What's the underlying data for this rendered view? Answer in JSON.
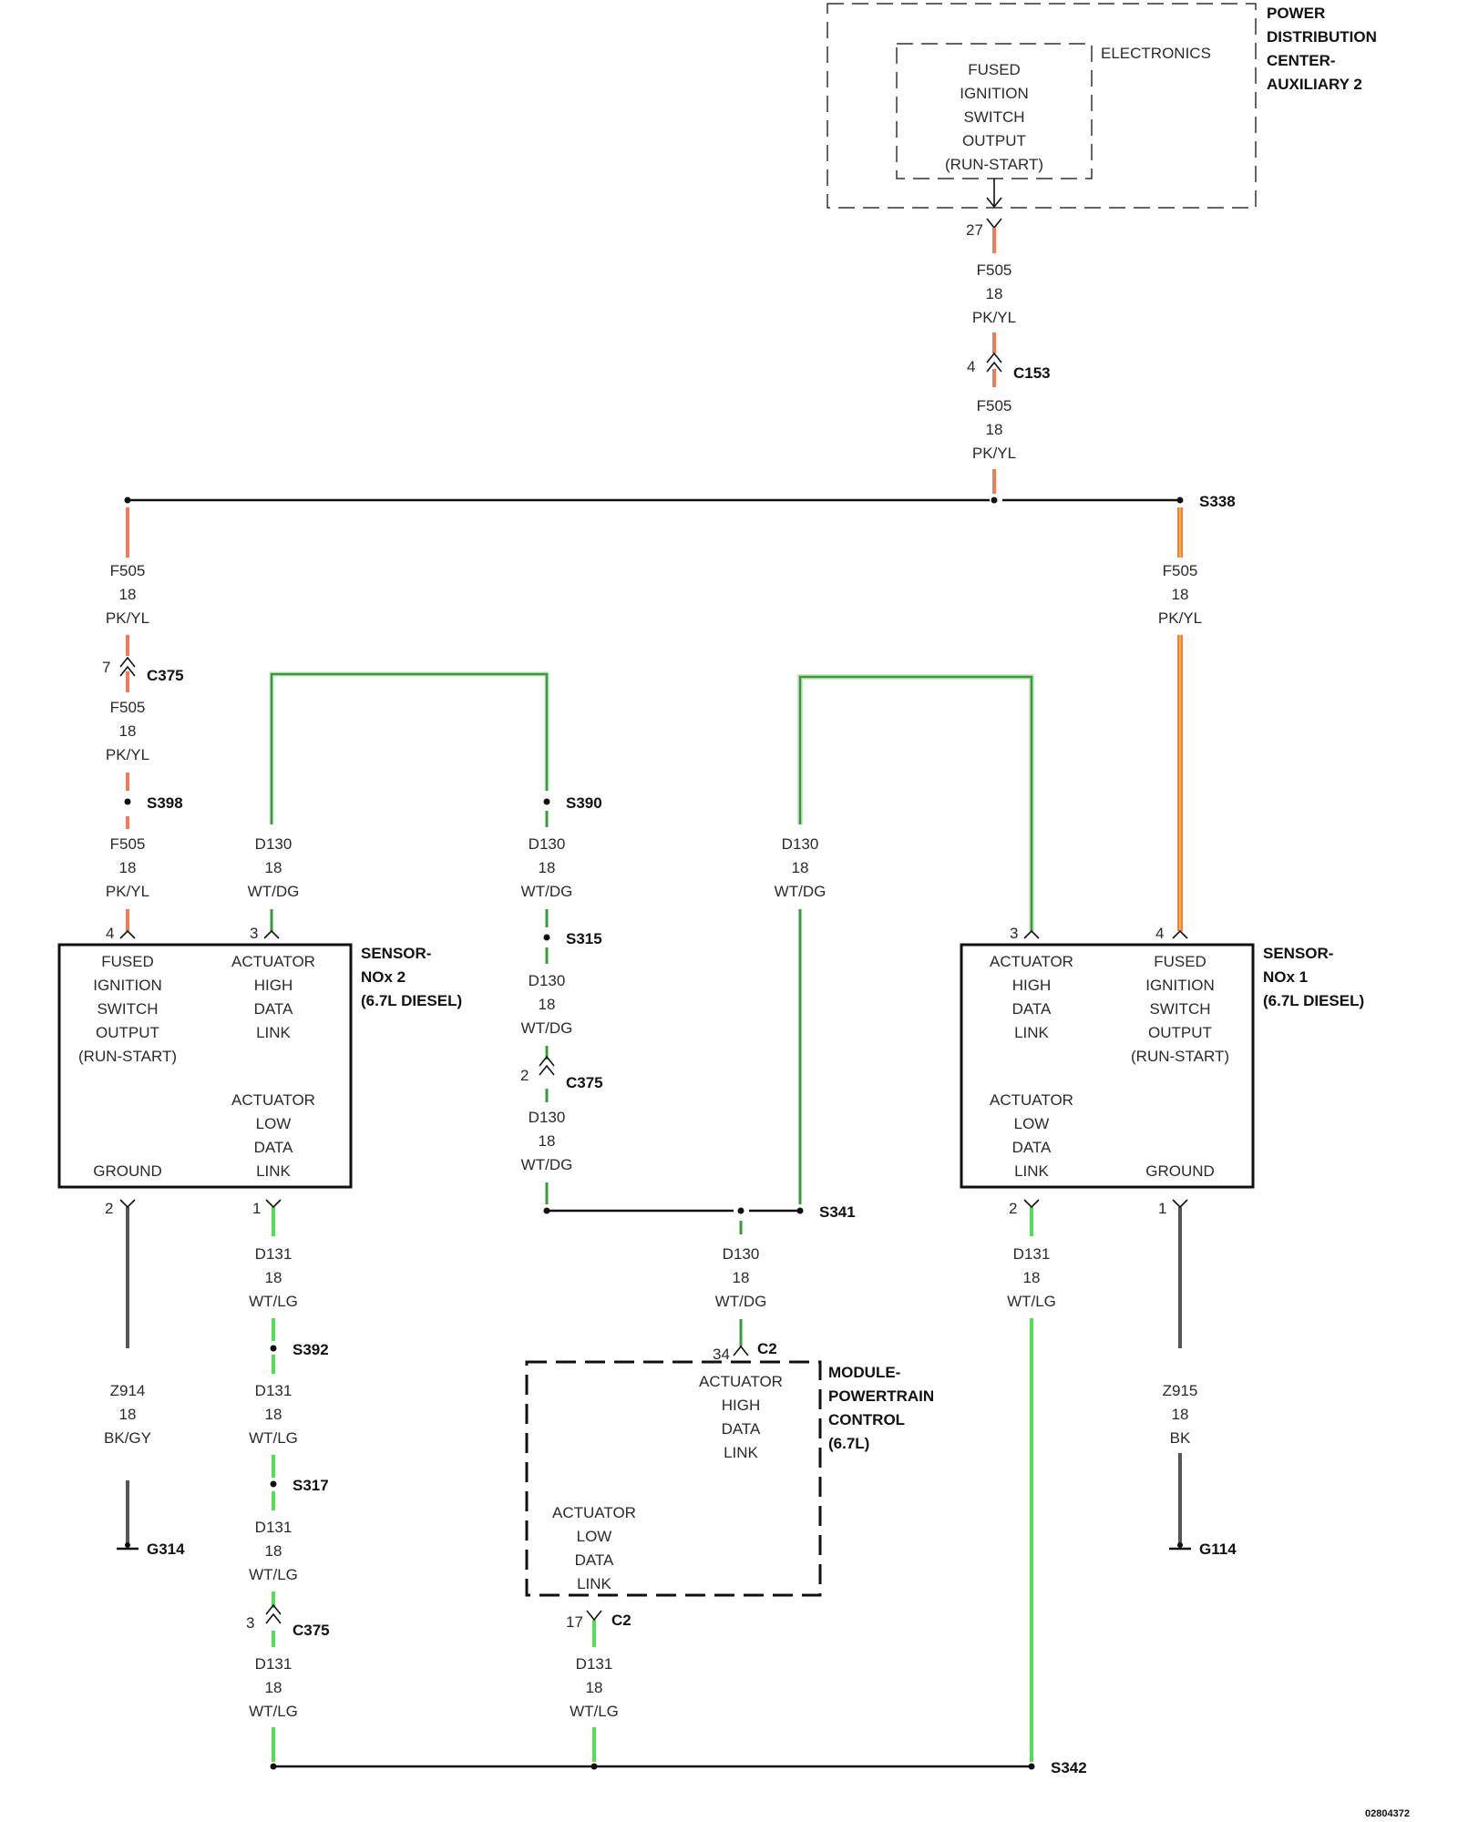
{
  "colors": {
    "pkyl": "#f07a5a",
    "pkyl_core": "#f5d000",
    "wtdg": "#3a9a3a",
    "wtdg_glow": "#c8e8c8",
    "wtlg": "#55dd55",
    "wtlg_glow": "#d8f5d8",
    "black": "#111111",
    "grey": "#555555"
  },
  "pdc": {
    "title": [
      "POWER",
      "DISTRIBUTION",
      "CENTER-",
      "AUXILIARY 2"
    ],
    "sub": "ELECTRONICS",
    "output": [
      "FUSED",
      "IGNITION",
      "SWITCH",
      "OUTPUT",
      "(RUN-START)"
    ],
    "pin": "27"
  },
  "wires": {
    "f505_a": [
      "F505",
      "18",
      "PK/YL"
    ],
    "f505_b": [
      "F505",
      "18",
      "PK/YL"
    ],
    "f505_right": [
      "F505",
      "18",
      "PK/YL"
    ],
    "f505_left1": [
      "F505",
      "18",
      "PK/YL"
    ],
    "f505_left2": [
      "F505",
      "18",
      "PK/YL"
    ],
    "f505_left3": [
      "F505",
      "18",
      "PK/YL"
    ],
    "d130_left": [
      "D130",
      "18",
      "WT/DG"
    ],
    "d130_mid1": [
      "D130",
      "18",
      "WT/DG"
    ],
    "d130_mid2": [
      "D130",
      "18",
      "WT/DG"
    ],
    "d130_mid3": [
      "D130",
      "18",
      "WT/DG"
    ],
    "d130_right": [
      "D130",
      "18",
      "WT/DG"
    ],
    "d130_pcm": [
      "D130",
      "18",
      "WT/DG"
    ],
    "d131_l1": [
      "D131",
      "18",
      "WT/LG"
    ],
    "d131_l2": [
      "D131",
      "18",
      "WT/LG"
    ],
    "d131_l3": [
      "D131",
      "18",
      "WT/LG"
    ],
    "d131_l4": [
      "D131",
      "18",
      "WT/LG"
    ],
    "d131_pcm": [
      "D131",
      "18",
      "WT/LG"
    ],
    "d131_right": [
      "D131",
      "18",
      "WT/LG"
    ],
    "z914": [
      "Z914",
      "18",
      "BK/GY"
    ],
    "z915": [
      "Z915",
      "18",
      "BK"
    ]
  },
  "connectors": {
    "c153": "C153",
    "c153_pin": "4",
    "c375_a": "C375",
    "c375_a_pin": "7",
    "c375_b": "C375",
    "c375_b_pin": "2",
    "c375_c": "C375",
    "c375_c_pin": "3",
    "c2_top": "C2",
    "c2_top_pin": "34",
    "c2_bot": "C2",
    "c2_bot_pin": "17"
  },
  "splices": {
    "s338": "S338",
    "s398": "S398",
    "s390": "S390",
    "s315": "S315",
    "s341": "S341",
    "s392": "S392",
    "s317": "S317",
    "s342": "S342"
  },
  "grounds": {
    "g314": "G314",
    "g114": "G114"
  },
  "nox2": {
    "title": [
      "SENSOR-",
      "NOx 2",
      "(6.7L DIESEL)"
    ],
    "fused": [
      "FUSED",
      "IGNITION",
      "SWITCH",
      "OUTPUT",
      "(RUN-START)"
    ],
    "high": [
      "ACTUATOR",
      "HIGH",
      "DATA",
      "LINK"
    ],
    "low": [
      "ACTUATOR",
      "LOW",
      "DATA",
      "LINK"
    ],
    "ground": "GROUND",
    "pin_fused": "4",
    "pin_high": "3",
    "pin_ground": "2",
    "pin_low": "1"
  },
  "nox1": {
    "title": [
      "SENSOR-",
      "NOx 1",
      "(6.7L DIESEL)"
    ],
    "fused": [
      "FUSED",
      "IGNITION",
      "SWITCH",
      "OUTPUT",
      "(RUN-START)"
    ],
    "high": [
      "ACTUATOR",
      "HIGH",
      "DATA",
      "LINK"
    ],
    "low": [
      "ACTUATOR",
      "LOW",
      "DATA",
      "LINK"
    ],
    "ground": "GROUND",
    "pin_high": "3",
    "pin_fused": "4",
    "pin_low": "2",
    "pin_ground": "1"
  },
  "pcm": {
    "title": [
      "MODULE-",
      "POWERTRAIN",
      "CONTROL",
      "(6.7L)"
    ],
    "high": [
      "ACTUATOR",
      "HIGH",
      "DATA",
      "LINK"
    ],
    "low": [
      "ACTUATOR",
      "LOW",
      "DATA",
      "LINK"
    ]
  },
  "doc_id": "02804372"
}
